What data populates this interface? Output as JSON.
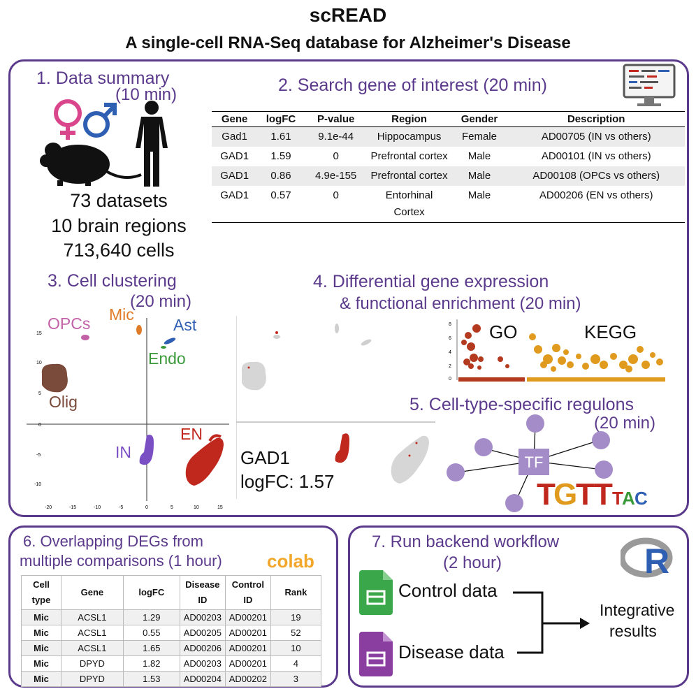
{
  "title": "scREAD",
  "subtitle": "A single-cell RNA-Seq database for Alzheimer's Disease",
  "panel1": {
    "heading": "1. Data summary",
    "time": "(10 min)",
    "stats": [
      "73 datasets",
      "10 brain regions",
      "713,640 cells"
    ]
  },
  "panel2": {
    "heading": "2. Search gene of interest (20 min)",
    "columns": [
      "Gene",
      "logFC",
      "P-value",
      "Region",
      "Gender",
      "Description"
    ],
    "rows": [
      [
        "Gad1",
        "1.61",
        "9.1e-44",
        "Hippocampus",
        "Female",
        "AD00705 (IN vs others)"
      ],
      [
        "GAD1",
        "1.59",
        "0",
        "Prefrontal cortex",
        "Male",
        "AD00101 (IN vs others)"
      ],
      [
        "GAD1",
        "0.86",
        "4.9e-155",
        "Prefrontal cortex",
        "Male",
        "AD00108 (OPCs vs others)"
      ],
      [
        "GAD1",
        "0.57",
        "0",
        "Entorhinal Cortex",
        "Male",
        "AD00206 (EN vs others)"
      ]
    ]
  },
  "panel3": {
    "heading": "3. Cell clustering",
    "time": "(20 min)",
    "clusters": [
      {
        "name": "OPCs",
        "color": "#c361a8"
      },
      {
        "name": "Mic",
        "color": "#e07b28"
      },
      {
        "name": "Ast",
        "color": "#2f5fb3"
      },
      {
        "name": "Endo",
        "color": "#3a9a3a"
      },
      {
        "name": "Olig",
        "color": "#7a4a3a"
      },
      {
        "name": "IN",
        "color": "#7b4fc4"
      },
      {
        "name": "EN",
        "color": "#c0281e"
      }
    ],
    "y_ticks": [
      "15",
      "10",
      "5",
      "0",
      "-5",
      "-10"
    ],
    "x_ticks": [
      "-20",
      "-15",
      "-10",
      "-5",
      "0",
      "5",
      "10",
      "15"
    ]
  },
  "panel4": {
    "heading_line1": "4. Differential gene expression",
    "heading_line2": "& functional enrichment (20 min)",
    "gene_label": "GAD1",
    "logfc_label": "logFC: 1.57",
    "go_label": "GO",
    "kegg_label": "KEGG",
    "y_ticks": [
      "8",
      "6",
      "4",
      "2",
      "0"
    ]
  },
  "panel5": {
    "heading": "5. Cell-type-specific regulons",
    "time": "(20 min)",
    "tf_label": "TF",
    "motif": [
      "T",
      "G",
      "T",
      "T",
      "T",
      "A",
      "C"
    ]
  },
  "panel6": {
    "heading_line1": "6. Overlapping DEGs from",
    "heading_line2": "multiple comparisons (1 hour)",
    "logo": "colab",
    "columns": [
      "Cell type",
      "Gene",
      "logFC",
      "Disease ID",
      "Control ID",
      "Rank"
    ],
    "rows": [
      [
        "Mic",
        "ACSL1",
        "1.29",
        "AD00203",
        "AD00201",
        "19"
      ],
      [
        "Mic",
        "ACSL1",
        "0.55",
        "AD00205",
        "AD00201",
        "52"
      ],
      [
        "Mic",
        "ACSL1",
        "1.65",
        "AD00206",
        "AD00201",
        "10"
      ],
      [
        "Mic",
        "DPYD",
        "1.82",
        "AD00203",
        "AD00201",
        "4"
      ],
      [
        "Mic",
        "DPYD",
        "1.53",
        "AD00204",
        "AD00202",
        "3"
      ]
    ]
  },
  "panel7": {
    "heading_line1": "7. Run backend workflow",
    "heading_line2": "(2 hour)",
    "logo": "R",
    "control": "Control data",
    "disease": "Disease data",
    "result_line1": "Integrative",
    "result_line2": "results"
  },
  "colors": {
    "frame": "#5b3a8c",
    "heading": "#5b3a8c",
    "female": "#d9468c",
    "male": "#2f5fb3",
    "go": "#b33a1e",
    "kegg": "#e09a1e",
    "node": "#a48cc8",
    "sheet_green": "#3aa84a",
    "sheet_purple": "#8a3fa0"
  }
}
